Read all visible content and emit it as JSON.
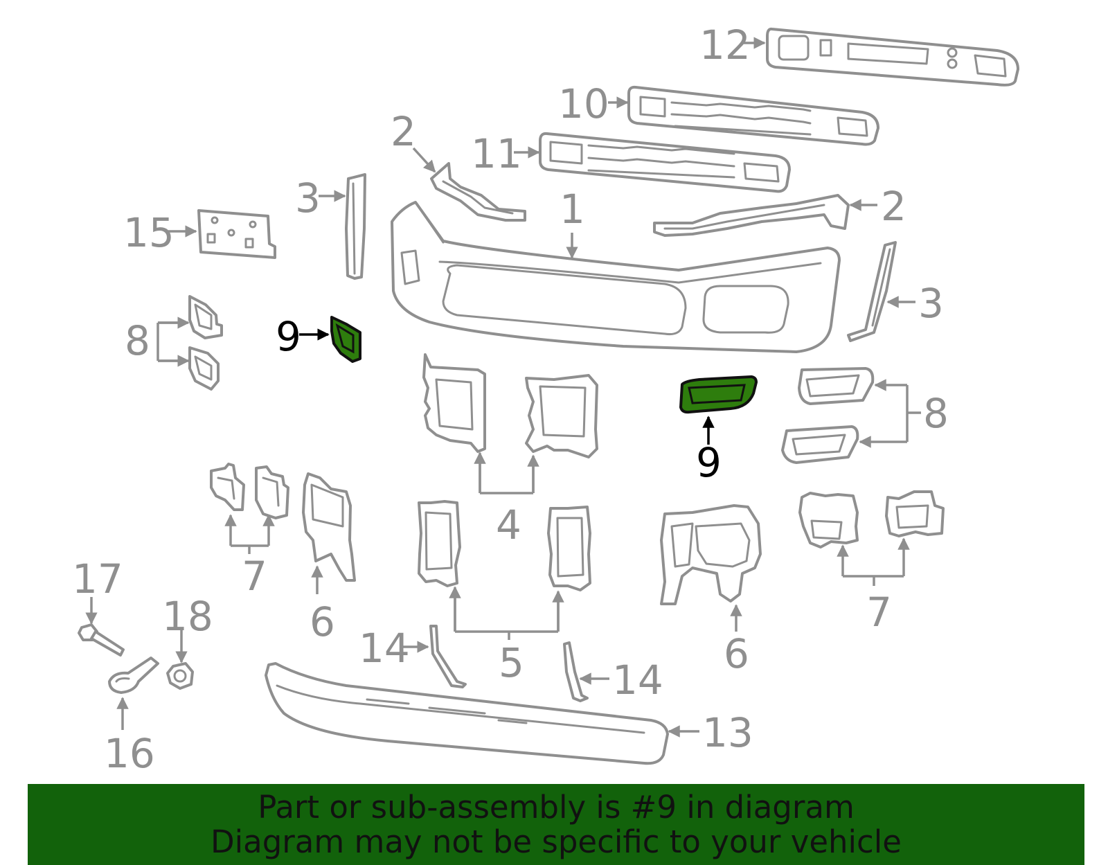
{
  "colors": {
    "banner_bg": "#12620b",
    "highlight_fill": "#2e7d0d",
    "line_gray": "#8f8f8f"
  },
  "callouts": {
    "c12": "12",
    "c10": "10",
    "c11": "11",
    "c2_left": "2",
    "c2_right": "2",
    "c1": "1",
    "c3_left": "3",
    "c3_right": "3",
    "c15": "15",
    "c8_left": "8",
    "c8_right": "8",
    "c9_left": "9",
    "c9_right": "9",
    "c4": "4",
    "c5": "5",
    "c7_left": "7",
    "c7_right": "7",
    "c6_left": "6",
    "c6_right": "6",
    "c17": "17",
    "c18": "18",
    "c16": "16",
    "c14_left": "14",
    "c14_right": "14",
    "c13": "13"
  },
  "highlighted_part": "9",
  "banner": {
    "line1": "Part or sub-assembly is #9 in diagram",
    "line2": "Diagram may not be specific to your vehicle"
  }
}
